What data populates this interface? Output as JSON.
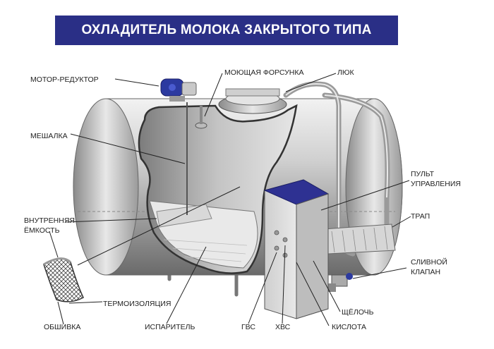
{
  "title": "ОХЛАДИТЕЛЬ МОЛОКА ЗАКРЫТОГО ТИПА",
  "colors": {
    "title_bg": "#2a2f86",
    "title_text": "#ffffff",
    "label": "#222222",
    "panel_accent": "#2e3192"
  },
  "labels": {
    "motor": "МОТОР-РЕДУКТОР",
    "nozzle": "МОЮЩАЯ ФОРСУНКА",
    "hatch": "ЛЮК",
    "agitator": "МЕШАЛКА",
    "control_1": "ПУЛЬТ",
    "control_2": "УПРАВЛЕНИЯ",
    "ladder": "ТРАП",
    "inner_1": "ВНУТРЕННЯЯ",
    "inner_2": "ЁМКОСТЬ",
    "drain_1": "СЛИВНОЙ",
    "drain_2": "КЛАПАН",
    "insulation": "ТЕРМОИЗОЛЯЦИЯ",
    "alkali": "ЩЁЛОЧЬ",
    "casing": "ОБШИВКА",
    "evaporator": "ИСПАРИТЕЛЬ",
    "hot_water": "ГВС",
    "cold_water": "ХВС",
    "acid": "КИСЛОТА"
  }
}
